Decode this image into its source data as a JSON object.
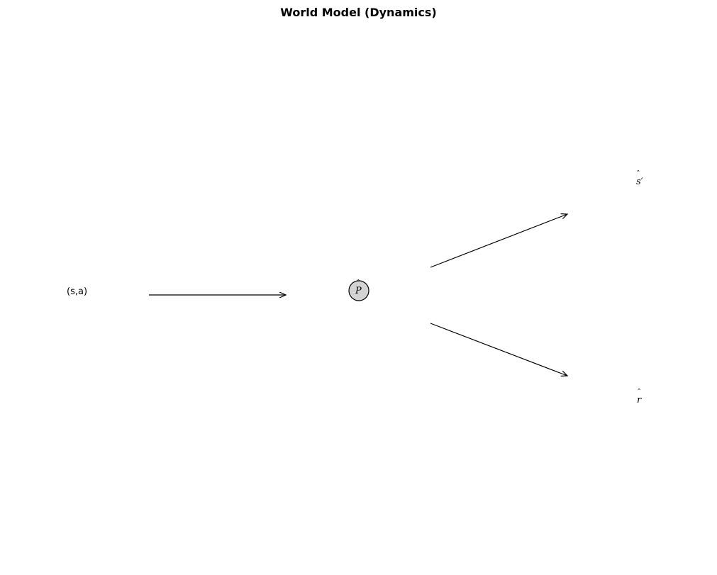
{
  "title": "World Model (Dynamics)",
  "input": {
    "label": "(s,a)"
  },
  "model": {
    "symbol": "P",
    "fill": "#d3d3d3"
  },
  "outputs": {
    "next_state": {
      "symbol": "s′"
    },
    "reward": {
      "symbol": "r"
    }
  },
  "hat_glyph": "ˆ"
}
